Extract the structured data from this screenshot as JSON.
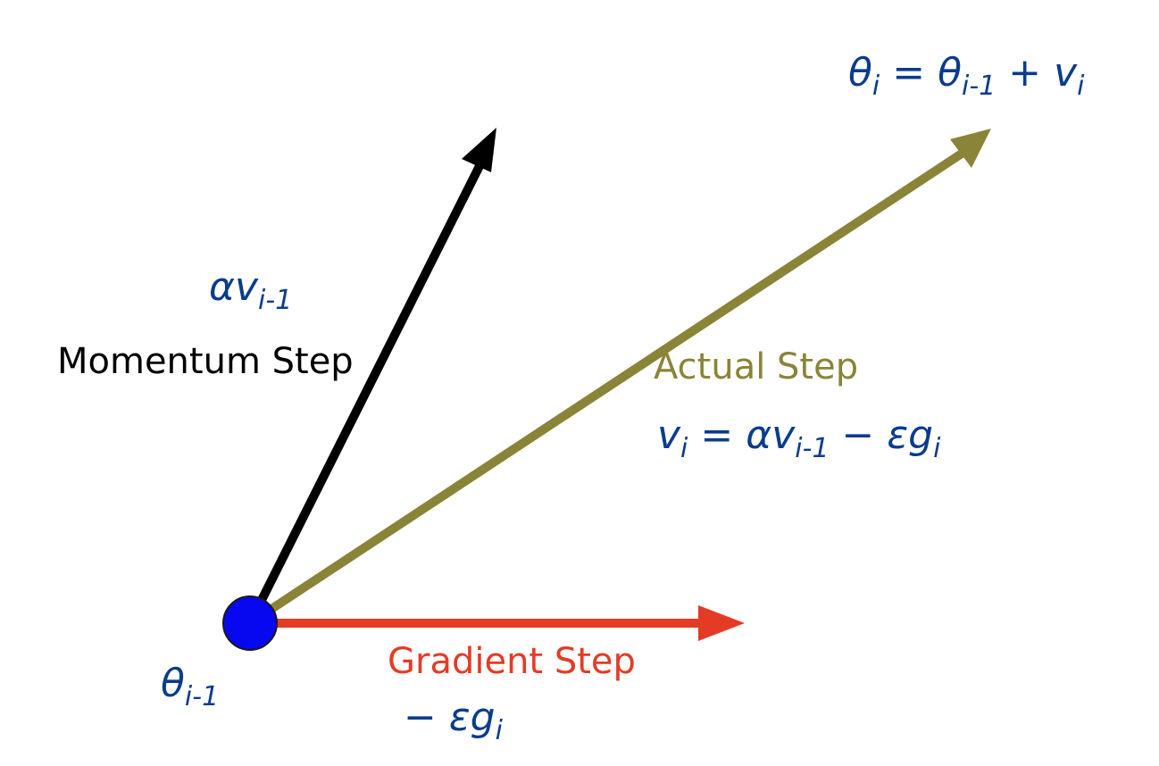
{
  "colors": {
    "momentum": "#000000",
    "actual": "#8a8438",
    "gradient": "#e43b26",
    "point": "#0808f0",
    "handwriting": "#0a3c8c"
  },
  "labels": {
    "momentum_step": "Momentum Step",
    "actual_step": "Actual Step",
    "gradient_step": "Gradient Step"
  },
  "formulas": {
    "momentum": "αv",
    "momentum_sub": "i-1",
    "actual_lhs": "v",
    "actual_lhs_sub": "i",
    "actual_eq": " = αv",
    "actual_eq_sub": "i-1",
    "actual_tail": " − εg",
    "actual_tail_sub": "i",
    "gradient": "− εg",
    "gradient_sub": "i",
    "point": "θ",
    "point_sub": "i-1",
    "update_lhs": "θ",
    "update_lhs_sub": "i",
    "update_mid": " = θ",
    "update_mid_sub": "i-1",
    "update_tail": " + v",
    "update_tail_sub": "i"
  }
}
